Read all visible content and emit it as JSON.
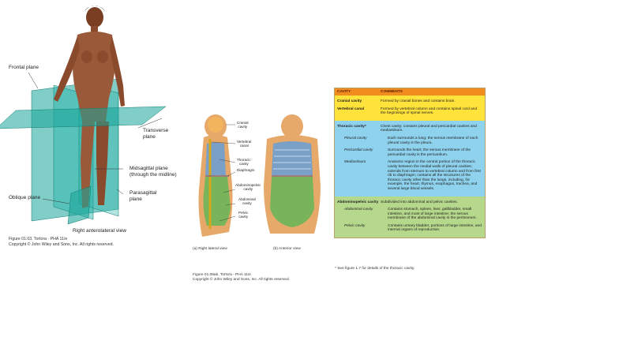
{
  "figure1": {
    "labels": {
      "frontal_plane": "Frontal plane",
      "transverse_plane": "Transverse\nplane",
      "midsagittal_plane": "Midsagittal plane\n(through the midline)",
      "oblique_plane": "Oblique plane",
      "parasagittal_plane": "Parasagittal\nplane"
    },
    "view_caption": "Right anterolateral view",
    "credit_line1": "Figure 01.03. Tortora - PHA 11/e",
    "credit_line2": "Copyright © John Wiley and Sons, Inc. All rights reserved."
  },
  "figure2": {
    "labels": {
      "cranial_cavity": "Cranial\ncavity",
      "vertebral_canal": "Vertebral\ncanal",
      "thoracic_cavity": "Thoracic\ncavity",
      "diaphragm": "Diaphragm",
      "abdominopelvic_cavity": "Abdominopelvic\ncavity",
      "abdominal_cavity": "Abdominal\ncavity",
      "pelvic_cavity": "Pelvic\ncavity"
    },
    "caption_a": "(a) Right lateral view",
    "caption_b": "(b) Anterior view",
    "credit_line1": "Figure 01.08ab. Tortora - PHA 11/e",
    "credit_line2": "Copyright © John Wiley and Sons, Inc. All rights reserved."
  },
  "table": {
    "header": {
      "col1": "CAVITY",
      "col2": "COMMENTS"
    },
    "rows": {
      "cranial": {
        "name": "Cranial cavity",
        "comment": "Formed by cranial bones and contains brain."
      },
      "vertebral": {
        "name": "Vertebral canal",
        "comment": "Formed by vertebral column and contains spinal cord and the beginnings of spinal nerves."
      },
      "thoracic": {
        "name": "Thoracic cavity*",
        "comment": "Chest cavity; contains pleural and pericardial cavities and mediastinum."
      },
      "pleural": {
        "name": "Pleural cavity",
        "comment": "Each surrounds a lung; the serous membrane of each pleural cavity is the pleura."
      },
      "pericardial": {
        "name": "Pericardial cavity",
        "comment": "Surrounds the heart; the serous membrane of the pericardial cavity is the pericardium."
      },
      "mediastinum": {
        "name": "Mediastinum",
        "comment": "Anatomic region in the central portion of the thoracic cavity between the medial walls of pleural cavities; extends from sternum to vertebral column and from first rib to diaphragm; contains all the structures of the thoracic cavity other than the lungs, including, for example, the heart, thymus, esophagus, trachea, and several large blood vessels."
      },
      "abdominopelvic": {
        "name": "Abdominopelvic cavity",
        "comment": "Subdivided into abdominal and pelvic cavities."
      },
      "abdominal": {
        "name": "Abdominal cavity",
        "comment": "Contains stomach, spleen, liver, gallbladder, small intestine, and most of large intestine; the serous membrane of the abdominal cavity is the peritoneum."
      },
      "pelvic": {
        "name": "Pelvic cavity",
        "comment": "Contains urinary bladder, portions of large intestine, and internal organs of reproduction."
      }
    },
    "footnote": "* See figure 1.7 for details of the thoracic cavity."
  },
  "colors": {
    "header": "#f28c1e",
    "section_cranial": "#ffe23a",
    "section_thoracic": "#8fd2ee",
    "section_abdominopelvic": "#b6d88c",
    "plane": "#1aa59a",
    "skin": "#9a5a3a"
  }
}
